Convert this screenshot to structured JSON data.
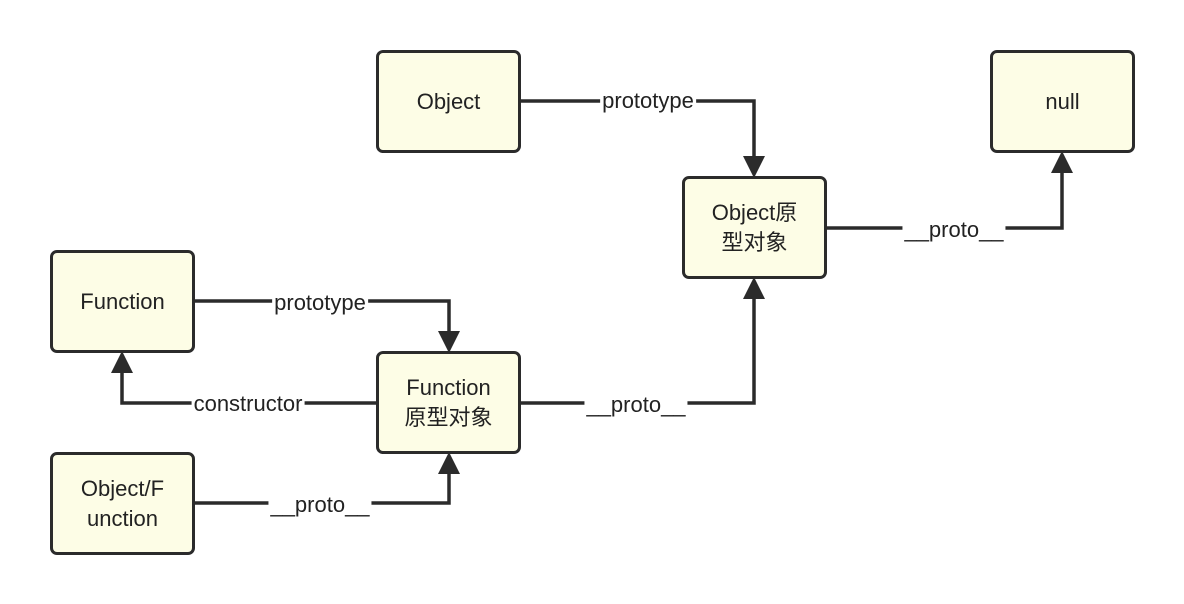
{
  "colors": {
    "node_fill": "#fdfde6",
    "node_border": "#2b2b2b",
    "line": "#2b2b2b",
    "text": "#222222",
    "background": "#ffffff"
  },
  "nodes": {
    "object": {
      "label": "Object"
    },
    "null": {
      "label": "null"
    },
    "object_prototype": {
      "label": "Object原\n型对象"
    },
    "function": {
      "label": "Function"
    },
    "function_prototype": {
      "label": "Function\n原型对象"
    },
    "instance": {
      "label": "Object/F\nunction"
    }
  },
  "edges": {
    "object_to_object_prototype": {
      "label": "prototype"
    },
    "object_prototype_to_null": {
      "label": "__proto__"
    },
    "function_to_function_prototype": {
      "label": "prototype"
    },
    "function_prototype_to_function": {
      "label": "constructor"
    },
    "function_prototype_to_object_prototype": {
      "label": "__proto__"
    },
    "instance_to_function_prototype": {
      "label": "__proto__"
    }
  }
}
